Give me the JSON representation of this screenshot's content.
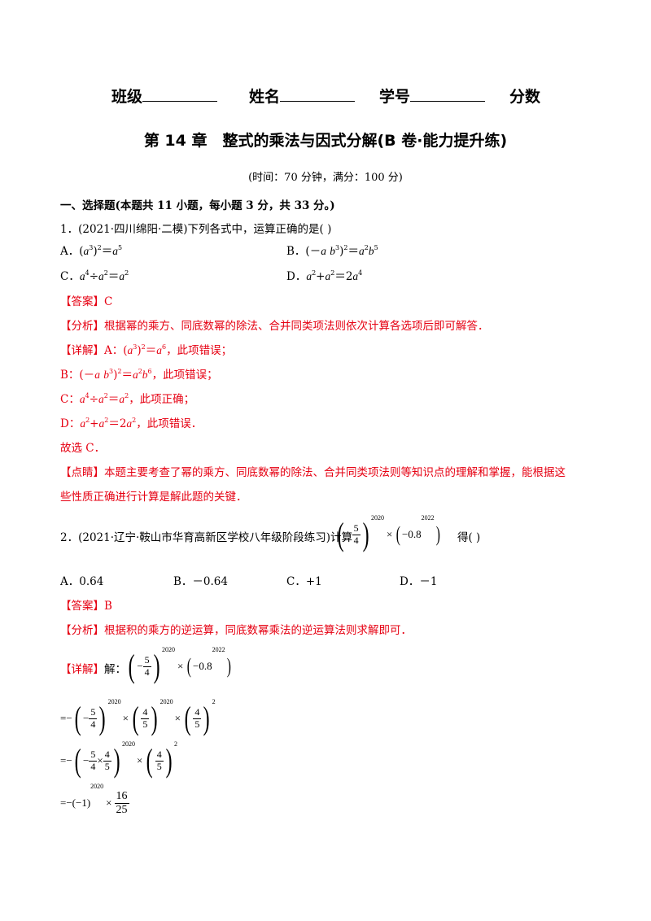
{
  "header": {
    "class_label": "班级",
    "name_label": "姓名",
    "id_label": "学号",
    "score_label": "分数"
  },
  "title": "第 14 章　整式的乘法与因式分解(B 卷·能力提升练)",
  "subtitle": "(时间：70 分钟，满分：100  分)",
  "section1": "一、选择题(本题共 11 小题，每小题 3 分，共 33 分。)",
  "q1": {
    "stem": "1．(2021·四川绵阳·二模)下列各式中，运算正确的是(   )",
    "optA_label": "A．",
    "optB_label": "B．",
    "optC_label": "C．",
    "optD_label": "D．",
    "answer_tag": "【答案】",
    "answer": "C",
    "analysis_tag": "【分析】",
    "analysis": "根据幂的乘方、同底数幂的除法、合并同类项法则依次计算各选项后即可解答．",
    "detail_tag": "【详解】",
    "detail_A_note": "，此项错误；",
    "detail_B_note": "，此项错误；",
    "detail_C_note": "，此项正确；",
    "detail_D_note": "，此项错误．",
    "conclusion": "故选 C．",
    "comment_tag": "【点睛】",
    "comment_line1": "本题主要考查了幂的乘方、同底数幂的除法、合并同类项法则等知识点的理解和掌握，能根据这",
    "comment_line2": "些性质正确进行计算是解此题的关键．"
  },
  "q2": {
    "stem": "2．(2021·辽宁·鞍山市华育高新区学校八年级阶段练习)计算",
    "stem_tail": "得(    )",
    "optA": "A．0.64",
    "optB": "B．－0.64",
    "optC": "C．+1",
    "optD": "D．－1",
    "answer_tag": "【答案】",
    "answer": "B",
    "analysis_tag": "【分析】",
    "analysis": "根据积的乘方的逆运算，同底数幂乘法的逆运算法则求解即可．",
    "detail_tag": "【详解】",
    "detail_text": "解：",
    "num5": "5",
    "den4": "4",
    "num4": "4",
    "den5": "5",
    "exp2020": "2020",
    "exp2022": "2022",
    "exp2": "2",
    "base08": "−0.8",
    "neg1": "(−1)",
    "num16": "16",
    "den25": "25"
  }
}
